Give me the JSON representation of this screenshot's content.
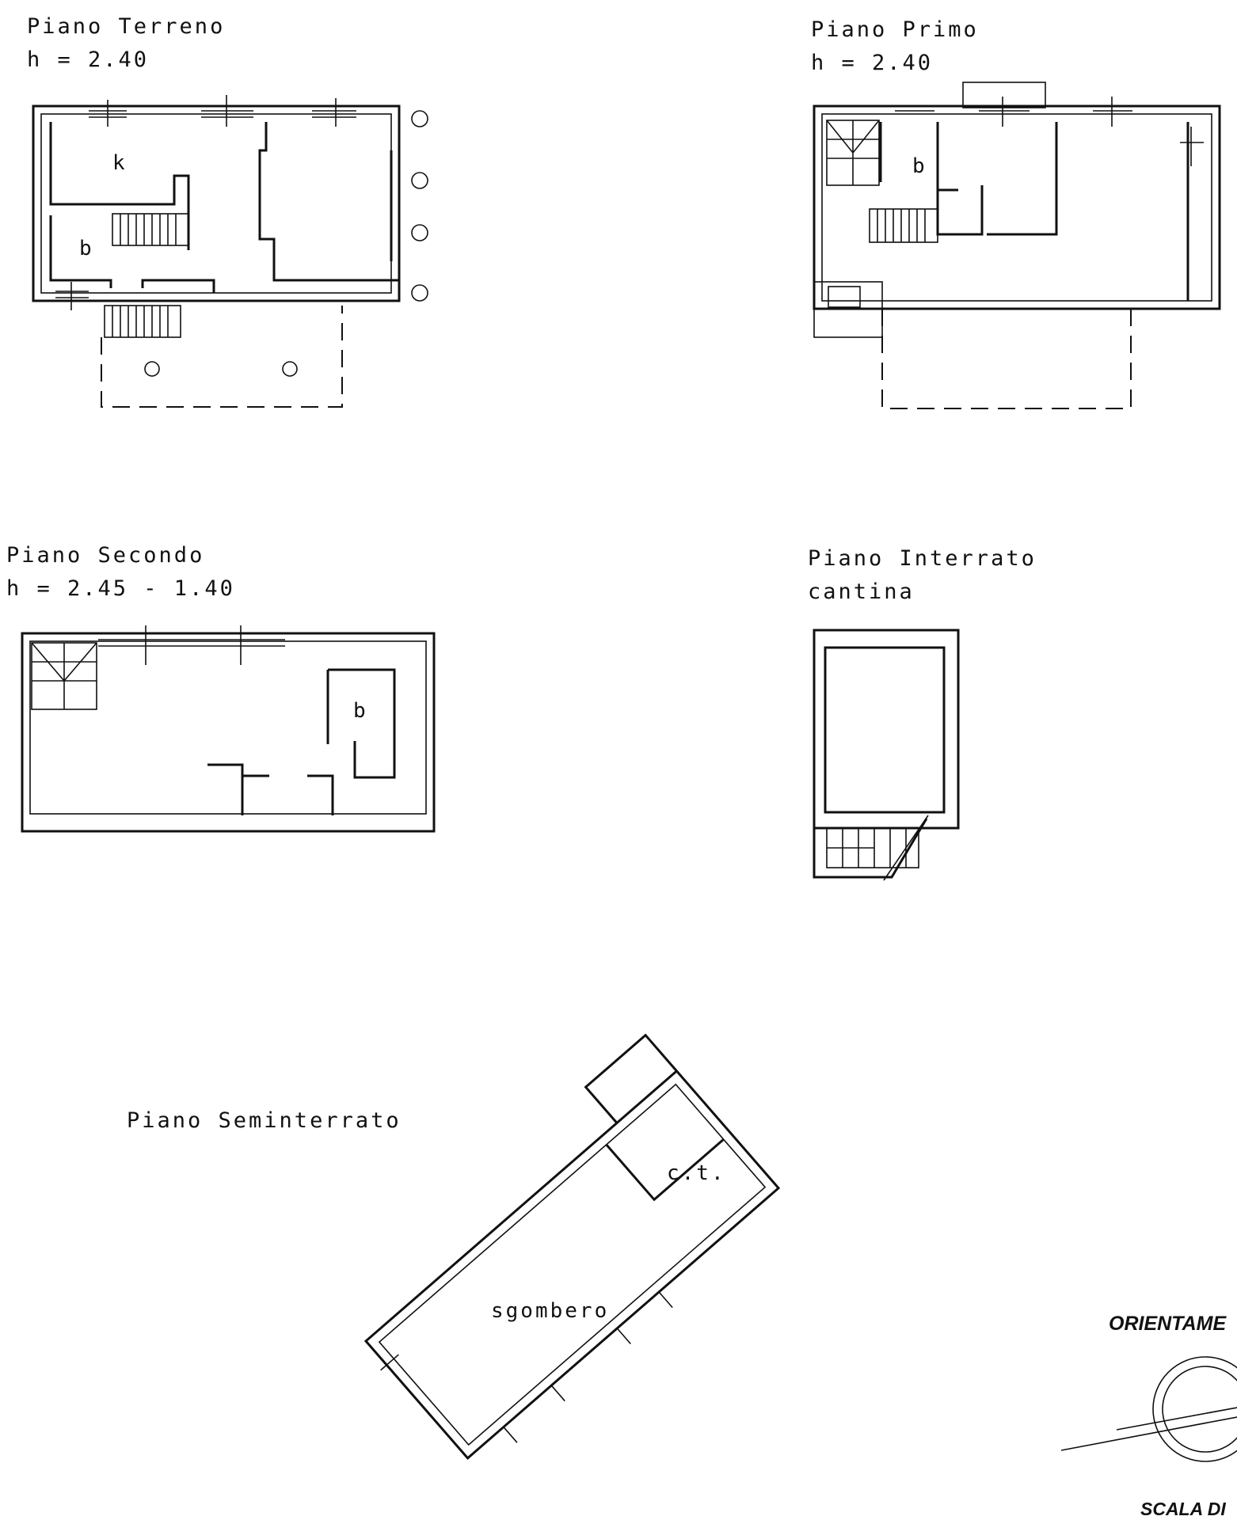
{
  "floors": {
    "terreno": {
      "title": "Piano Terreno",
      "height": "h = 2.40",
      "rooms": {
        "k": "k",
        "b": "b"
      }
    },
    "primo": {
      "title": "Piano Primo",
      "height": "h = 2.40",
      "rooms": {
        "b": "b"
      }
    },
    "secondo": {
      "title": "Piano Secondo",
      "height": "h = 2.45 - 1.40",
      "rooms": {
        "b": "b"
      }
    },
    "interrato": {
      "title": "Piano Interrato",
      "subtitle": "cantina"
    },
    "seminterrato": {
      "title": "Piano Seminterrato",
      "rooms": {
        "ct": "c.t.",
        "sgombero": "sgombero"
      }
    }
  },
  "orientation": {
    "label": "ORIENTAME",
    "scale_label": "SCALA DI"
  }
}
